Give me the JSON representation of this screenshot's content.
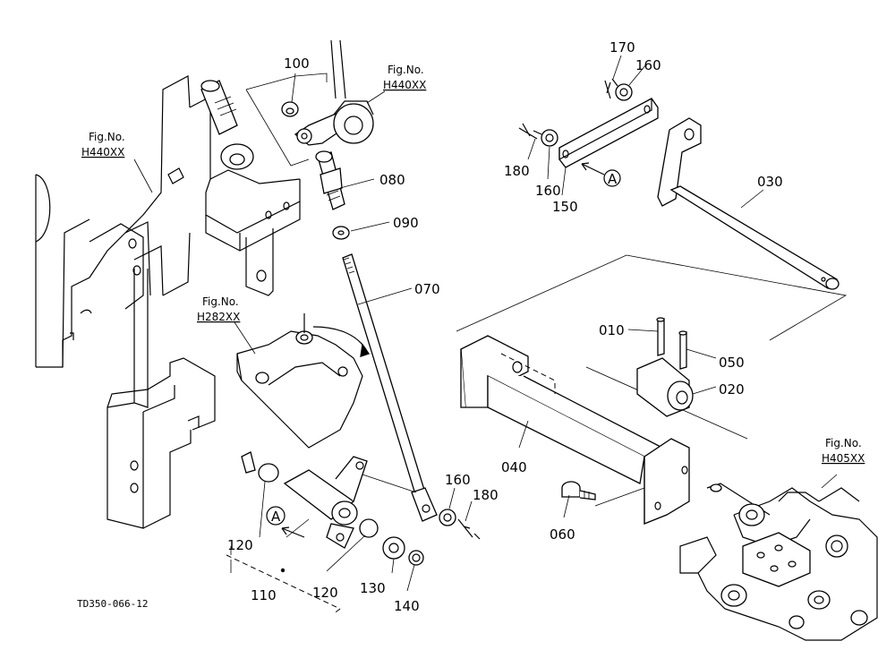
{
  "part_labels": {
    "p100": "100",
    "p080": "080",
    "p090": "090",
    "p070": "070",
    "p170": "170",
    "p160a": "160",
    "p180a": "180",
    "p160b": "160",
    "p150": "150",
    "p030": "030",
    "p010": "010",
    "p050": "050",
    "p020": "020",
    "p040": "040",
    "p060": "060",
    "p160c": "160",
    "p180b": "180",
    "p120a": "120",
    "p120b": "120",
    "p130": "130",
    "p140": "140",
    "p110": "110"
  },
  "view_markers": {
    "a1": "A",
    "a2": "A"
  },
  "fig_refs": {
    "left": {
      "caption": "Fig.No.",
      "number": "H440XX"
    },
    "top": {
      "caption": "Fig.No.",
      "number": "H440XX"
    },
    "mid": {
      "caption": "Fig.No.",
      "number": "H282XX"
    },
    "right": {
      "caption": "Fig.No.",
      "number": "H405XX"
    }
  },
  "footer_code": "TD350-066-12"
}
